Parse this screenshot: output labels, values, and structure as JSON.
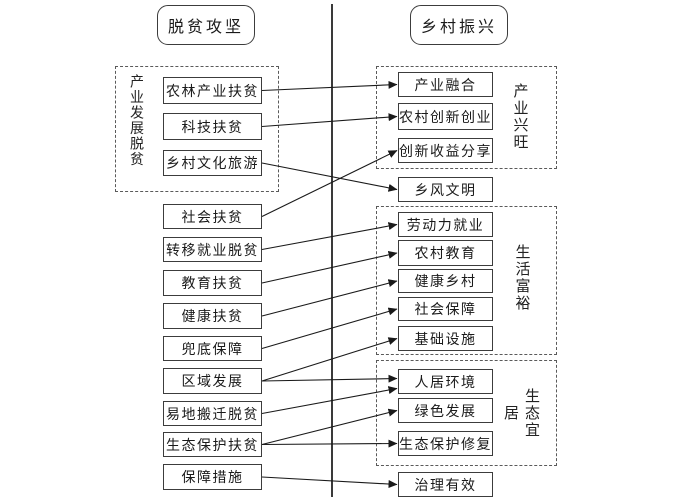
{
  "titles": {
    "left": "脱贫攻坚",
    "right": "乡村振兴"
  },
  "groups": {
    "left_industry": {
      "label": "产业发展脱贫"
    },
    "industry": {
      "label": "产业兴旺"
    },
    "life": {
      "label": "生活富裕"
    },
    "ecology": {
      "label": "生态宜居"
    }
  },
  "nodes": {
    "nonglin": "农林产业扶贫",
    "keji": "科技扶贫",
    "wenhua": "乡村文化旅游",
    "shehuifupin": "社会扶贫",
    "zhuanyi": "转移就业脱贫",
    "jiaoyufupin": "教育扶贫",
    "jiankangfupin": "健康扶贫",
    "doudi": "兜底保障",
    "quyu": "区域发展",
    "yidi": "易地搬迁脱贫",
    "shengtaifupin": "生态保护扶贫",
    "baozhangcuoshi": "保障措施",
    "ronghe": "产业融合",
    "chuangye": "农村创新创业",
    "shouyi": "创新收益分享",
    "xiangfeng": "乡风文明",
    "laodongli": "劳动力就业",
    "nongcunjiaoyu": "农村教育",
    "jiankangxc": "健康乡村",
    "shehuibz": "社会保障",
    "jichu": "基础设施",
    "renju": "人居环境",
    "lvse": "绿色发展",
    "xiufu": "生态保护修复",
    "zhili": "治理有效"
  },
  "edges": [
    {
      "from": "nonglin",
      "to": "ronghe"
    },
    {
      "from": "keji",
      "to": "chuangye"
    },
    {
      "from": "wenhua",
      "to": "xiangfeng"
    },
    {
      "from": "shehuifupin",
      "to": "shouyi"
    },
    {
      "from": "zhuanyi",
      "to": "laodongli"
    },
    {
      "from": "jiaoyufupin",
      "to": "nongcunjiaoyu"
    },
    {
      "from": "jiankangfupin",
      "to": "jiankangxc"
    },
    {
      "from": "doudi",
      "to": "shehuibz"
    },
    {
      "from": "quyu",
      "to": "jichu"
    },
    {
      "from": "quyu",
      "to": "renju",
      "toDy": -3
    },
    {
      "from": "yidi",
      "to": "renju",
      "toDy": 7
    },
    {
      "from": "shengtaifupin",
      "to": "lvse"
    },
    {
      "from": "shengtaifupin",
      "to": "xiufu"
    },
    {
      "from": "baozhangcuoshi",
      "to": "zhili"
    }
  ],
  "colors": {
    "line": "#1a1a1a",
    "border": "#3c3c3c",
    "dashed": "#5a5a5a"
  }
}
